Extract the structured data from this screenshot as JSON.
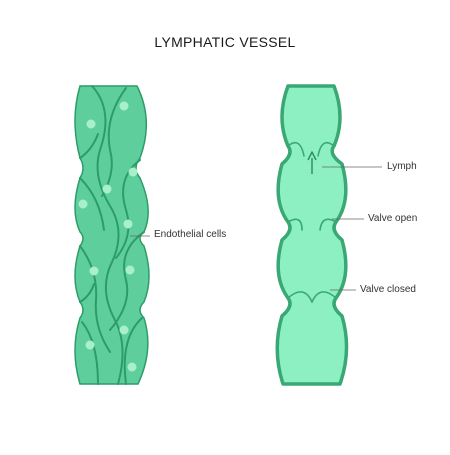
{
  "title": "LYMPHATIC VESSEL",
  "labels": {
    "endothelial": "Endothelial cells",
    "lymph": "Lymph",
    "valve_open": "Valve open",
    "valve_closed": "Valve closed"
  },
  "colors": {
    "cell_fill": "#5ecf9c",
    "cell_fill_dark": "#4fc18d",
    "cell_outline": "#2e9c68",
    "nucleus": "#a8f0cc",
    "vessel_fill": "#8cf0c2",
    "vessel_outline": "#3aa872",
    "leader_line": "#666666",
    "text": "#1a1a1a"
  },
  "icons": [
    "nucleus-dot",
    "flow-arrow-icon"
  ]
}
